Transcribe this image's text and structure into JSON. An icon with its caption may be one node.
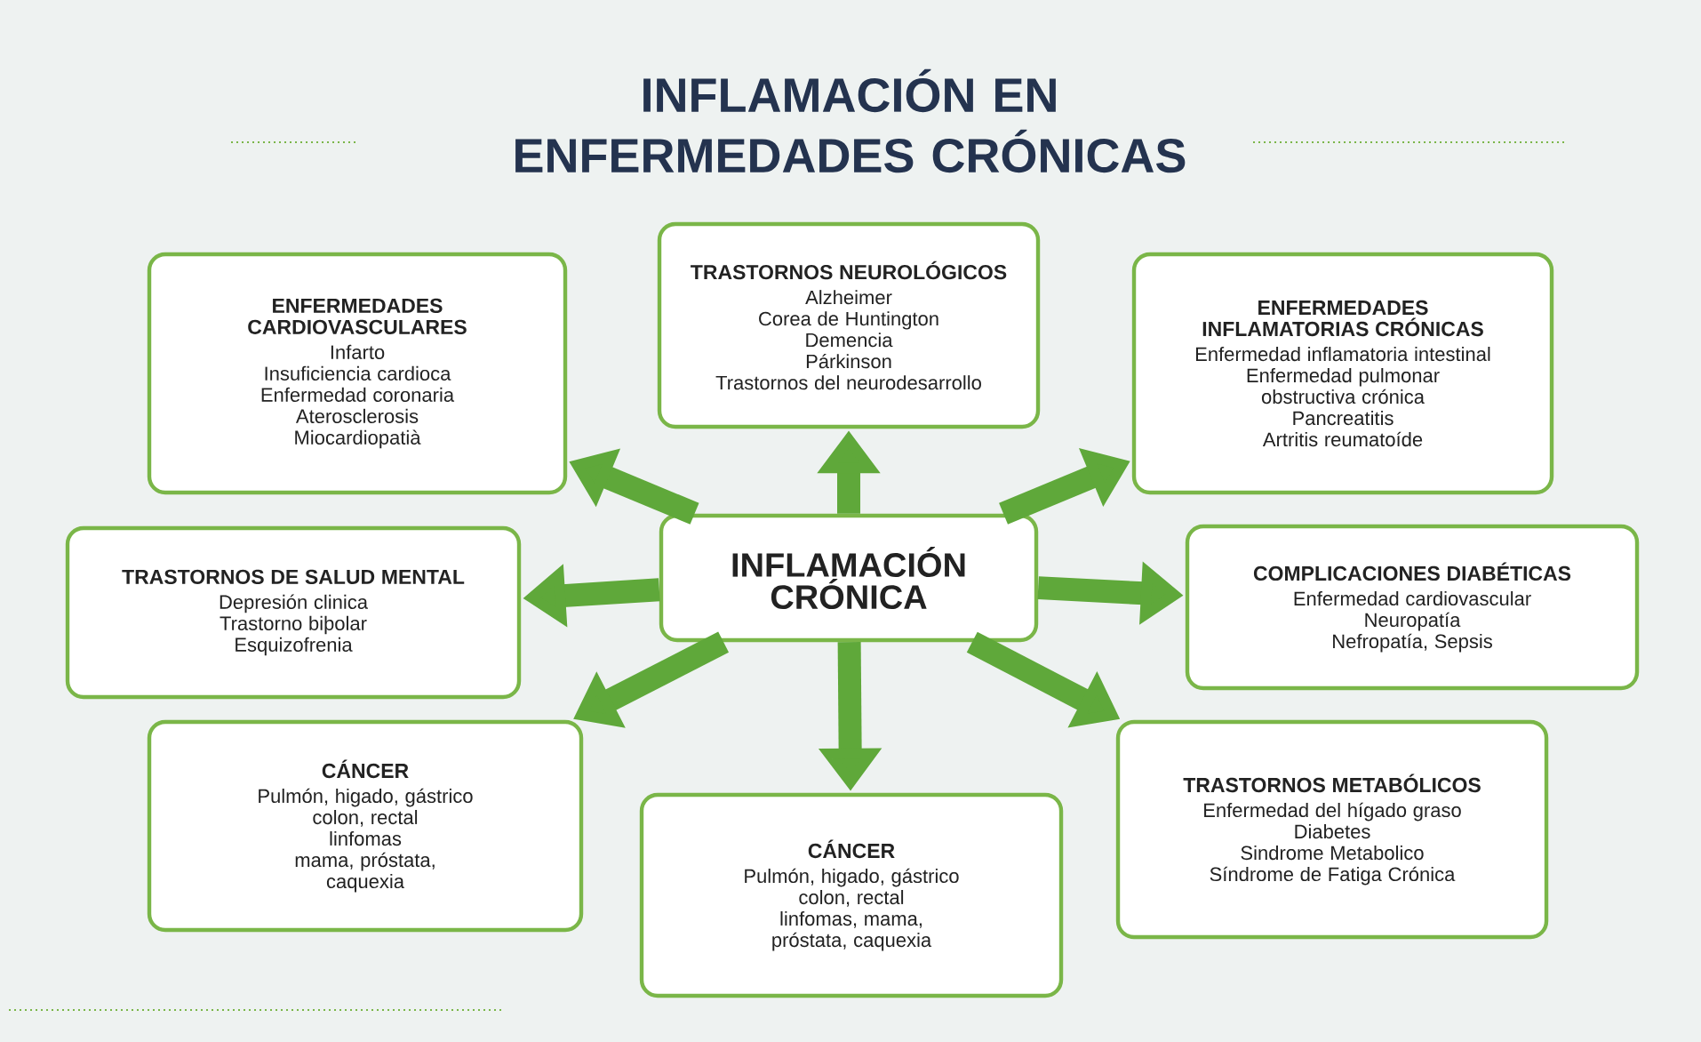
{
  "diagram": {
    "title": "INFLAMACIÓN EN ENFERMEDADES CRÓNICAS",
    "nodes": [
      {
        "text": [
          "INFLAMACIÓN CRÓNICA"
        ]
      },
      {
        "text": [
          "ENFERMEDADES CARDIOVASCULARES",
          "Infarto",
          "Insuficiencia cardioca",
          "Enfermedad coronaria",
          "Aterosclerosis",
          "Miocardiopatià"
        ]
      },
      {
        "text": [
          "TRASTORNOS NEUROLÓGICOS",
          "Alzheimer",
          "Corea de Huntington",
          "Demencia",
          "Párkinson",
          "Trastornos del neurodesarrollo"
        ]
      },
      {
        "text": [
          "ENFERMEDADES INFLAMATORIAS CRÓNICAS",
          "Enfermedad inflamatoria intestinal",
          "Enfermedad pulmonar obstructiva crónica",
          "Pancreatitis",
          "Artritis reumatoíde"
        ]
      },
      {
        "text": [
          "TRASTORNOS DE SALUD MENTAL",
          "Depresión clinica",
          "Trastorno biþolar",
          "Esquizofrenia"
        ]
      },
      {
        "text": [
          "COMPLICACIONES DIABÉTICAS",
          "Enfermedad cardiovascular",
          "Neuropatía",
          "Nefropatía, Sepsis"
        ]
      },
      {
        "text": [
          "CÁNCER",
          "Pulmón, higado, gástrico",
          "colon, rectal",
          "linfomas",
          "mama, próstata, caquexia"
        ]
      },
      {
        "text": [
          "CÁNCER",
          "Pulmón, higado, gástrico",
          "colon, rectal",
          "linfomas, mama, próstata, caquexia"
        ]
      },
      {
        "text": [
          "TRASTORNOS METABÓLICOS",
          "Enfermedad del hígado graso",
          "Diabetes",
          "Sindrome Metabolico",
          "Síndrome de Fatiga Crónica"
        ]
      }
    ],
    "edges": [
      {
        "from": 0,
        "to": 1,
        "arrow": "to"
      },
      {
        "from": 0,
        "to": 2,
        "arrow": "to"
      },
      {
        "from": 0,
        "to": 3,
        "arrow": "to"
      },
      {
        "from": 0,
        "to": 4,
        "arrow": "to"
      },
      {
        "from": 0,
        "to": 5,
        "arrow": "to"
      },
      {
        "from": 0,
        "to": 6,
        "arrow": "to"
      },
      {
        "from": 0,
        "to": 7,
        "arrow": "to"
      },
      {
        "from": 0,
        "to": 8,
        "arrow": "to"
      }
    ]
  }
}
